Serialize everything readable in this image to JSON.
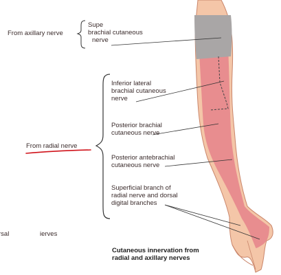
{
  "group_labels": {
    "axillary": "From axillary nerve",
    "radial": "From radial nerve"
  },
  "nerve_labels": {
    "superior_brachial_1": "Supe",
    "superior_brachial_2": "brachial cutaneous",
    "superior_brachial_3": "nerve",
    "inferior_lateral_1": "Inferior lateral",
    "inferior_lateral_2": "brachial cutaneous",
    "inferior_lateral_3": "nerve",
    "posterior_brachial_1": "Posterior brachial",
    "posterior_brachial_2": "cutaneous nerve",
    "posterior_antebrachial_1": "Posterior antebrachial",
    "posterior_antebrachial_2": "cutaneous nerve",
    "superficial_1": "Superficial branch of",
    "superficial_2": "radial nerve and dorsal",
    "superficial_3": "digital branches"
  },
  "cropped_labels": {
    "left_1": "rsal",
    "left_2": "ierves"
  },
  "caption": {
    "line1": "Cutaneous innervation from",
    "line2": "radial and axillary nerves"
  },
  "colors": {
    "radial_zone": "#e7868c",
    "axillary_zone": "#a9a6a6",
    "skin": "#f4c6a8",
    "underline": "#d0121a"
  }
}
